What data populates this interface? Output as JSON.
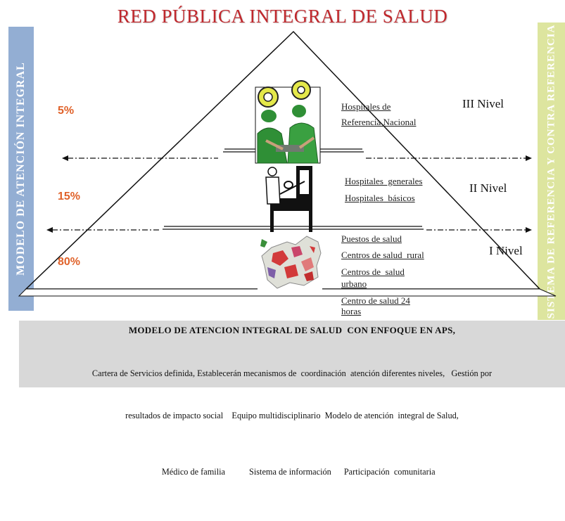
{
  "title": "RED PÚBLICA INTEGRAL DE SALUD",
  "left_band": "MODELO DE ATENCIÓN INTEGRAL",
  "right_band": "SISTEMA DE REFERENCIA Y CONTRA REFERENCIA",
  "levels": [
    {
      "percent": "5%",
      "name": "III Nivel",
      "facilities": [
        "Hospitales de",
        "Referencia Nacional"
      ],
      "icon": "surgeons-icon"
    },
    {
      "percent": "15%",
      "name": "II Nivel",
      "facilities": [
        "Hospitales  generales",
        "Hospitales  básicos"
      ],
      "icon": "hospital-bed-icon"
    },
    {
      "percent": "80%",
      "name": "I Nivel",
      "facilities": [
        "Puestos de salud",
        "Centros de salud  rural",
        "Centros de  salud",
        "urbano",
        "Centro de salud 24",
        "horas"
      ],
      "icon": "map-icon"
    }
  ],
  "bottom": {
    "title": "MODELO DE ATENCION INTEGRAL DE SALUD  CON ENFOQUE EN APS,",
    "line1": "Cartera de Servicios definida, Establecerán mecanismos de  coordinación  atención diferentes niveles,   Gestión por",
    "line2": "resultados de impacto social    Equipo multidisciplinario  Modelo de atención  integral de Salud,",
    "line3a": "Médico de familia",
    "line3b": "Sistema de información",
    "line3c": "Participación  comunitaria"
  },
  "colors": {
    "title": "#c0282d",
    "percent": "#e0622a",
    "left_band": "#93aed3",
    "right_band": "#dde59f",
    "bottom_box": "#d8d8d8"
  }
}
